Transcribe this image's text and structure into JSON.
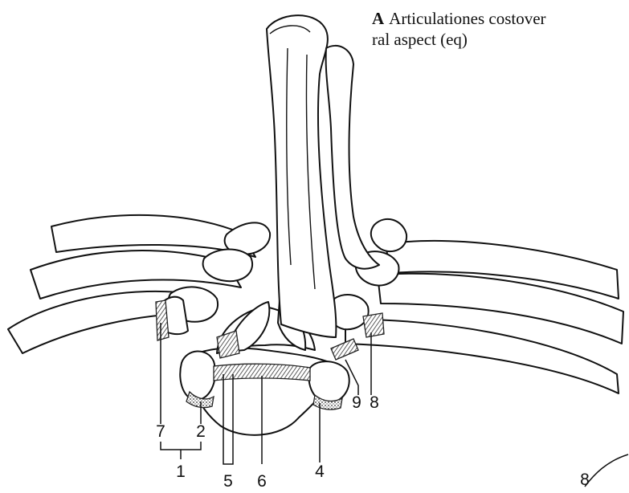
{
  "caption": {
    "letter": "A",
    "line1": "Articulationes costover",
    "line2": "ral aspect (eq)"
  },
  "labels": [
    "7",
    "2",
    "1",
    "5",
    "6",
    "4",
    "9",
    "8",
    "8"
  ]
}
